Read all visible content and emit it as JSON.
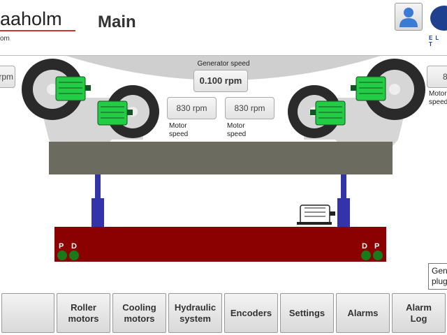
{
  "header": {
    "brand": "aaholm",
    "brand_sub": "om",
    "title": "Main",
    "logo_text": "EL T"
  },
  "values": {
    "generator_speed_label": "Generator speed",
    "generator_speed": "0.100 rpm",
    "motor1_speed": "830 rpm",
    "motor2_speed": "830 rpm",
    "motor_speed_label": "Motor\nspeed",
    "left_speed": "rpm",
    "right_speed": "8",
    "right_caption": "Motor\nspeed"
  },
  "markers": {
    "p": "P",
    "d": "D",
    "color": "#1a7a1a"
  },
  "gen_plug": "Gen\nplug",
  "colors": {
    "base_red": "#8b0000",
    "frame_gray": "#6b6b5f",
    "motor_green": "#22cc44",
    "cylinder_blue": "#3333aa"
  },
  "footer": {
    "buttons": [
      {
        "label": ""
      },
      {
        "label": "Roller\nmotors"
      },
      {
        "label": "Cooling\nmotors"
      },
      {
        "label": "Hydraulic\nsystem"
      },
      {
        "label": "Encoders"
      },
      {
        "label": "Settings"
      },
      {
        "label": "Alarms"
      },
      {
        "label": "Alarm\nLog"
      }
    ]
  }
}
